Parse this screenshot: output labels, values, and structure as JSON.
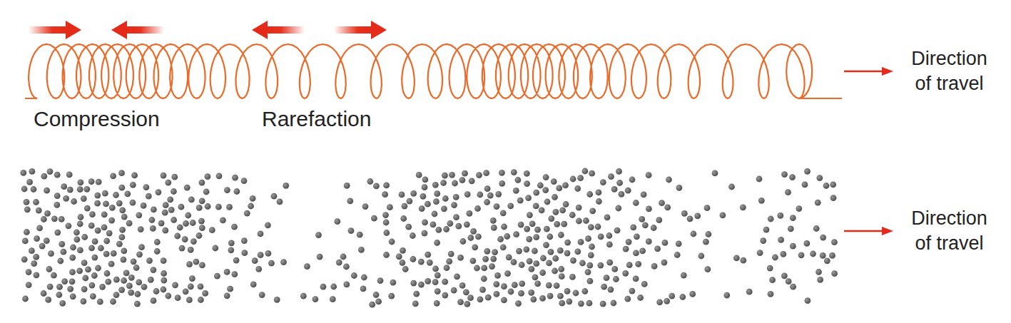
{
  "diagram": {
    "labels": [
      "Compression",
      "Rarefaction",
      "Direction of travel",
      "Direction of travel"
    ]
  }
}
